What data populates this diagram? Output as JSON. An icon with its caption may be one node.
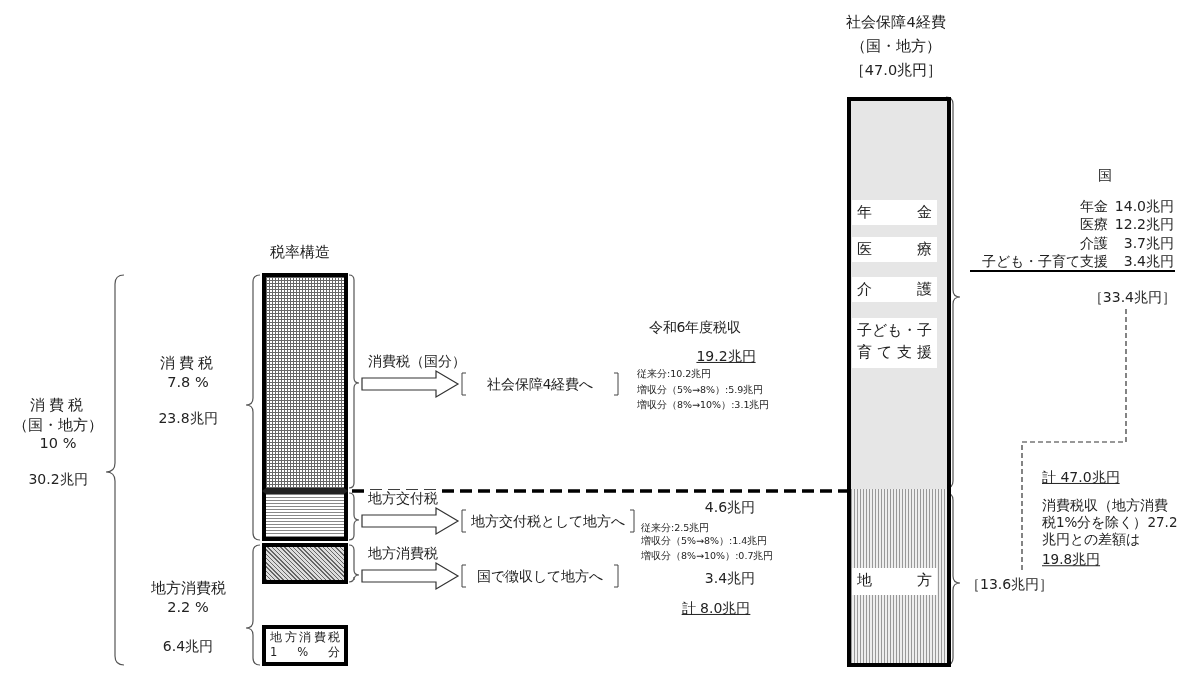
{
  "diagram": {
    "nodes": [
      {
        "text": [],
        "shape": "bar"
      },
      {
        "text": [],
        "shape": "bar"
      },
      {
        "text": [],
        "shape": "bar"
      },
      {
        "text": [
          "地方消費税",
          "1 % 分"
        ]
      },
      {
        "text": [
          "社会保障4経費へ"
        ]
      },
      {
        "text": [
          "地方交付税として地方へ"
        ]
      },
      {
        "text": [
          "国で徴収して地方へ"
        ]
      },
      {
        "text": [
          "社会保障4経費",
          "（国・地方）",
          "［47.0兆円］"
        ]
      },
      {
        "text": [
          "年金"
        ],
        "in": 7
      },
      {
        "text": [
          "医療"
        ],
        "in": 7
      },
      {
        "text": [
          "介護"
        ],
        "in": 7
      },
      {
        "text": [
          "子ども・子育て支援"
        ],
        "in": 7
      },
      {
        "text": [
          "地方"
        ],
        "in": 7
      },
      {
        "text": [
          "［33.4兆円］"
        ]
      },
      {
        "text": [
          "［13.6兆円］"
        ]
      }
    ],
    "edges": [
      {
        "from": 0,
        "to": 4,
        "arrow": "to",
        "label": "消費税（国分）"
      },
      {
        "from": 1,
        "to": 5,
        "arrow": "to",
        "label": "地方交付税"
      },
      {
        "from": 2,
        "to": 6,
        "arrow": "to",
        "label": "地方消費税"
      },
      {
        "from": 13,
        "to": 14,
        "arrow": "none",
        "style": "dashed"
      }
    ],
    "labels": [
      "税率構造",
      "消費税",
      "（国・地方）",
      "10 %",
      "30.2兆円",
      "消費税",
      "7.8 %",
      "23.8兆円",
      "地方消費税",
      "2.2 %",
      "6.4兆円",
      "令和6年度税収",
      "19.2兆円",
      "従来分:10.2兆円",
      "増収分（5%→8%）:5.9兆円",
      "増収分（8%→10%）:3.1兆円",
      "4.6兆円",
      "従来分:2.5兆円",
      "増収分（5%→8%）:1.4兆円",
      "増収分（8%→10%）:0.7兆円",
      "3.4兆円",
      "計 8.0兆円",
      "国",
      "年金",
      "14.0兆円",
      "医療",
      "12.2兆円",
      "介護",
      "3.7兆円",
      "子ども・子育て支援",
      "3.4兆円",
      "計 47.0兆円",
      "消費税収（地方消費税1%分を除く）27.2兆円との差額は",
      "19.8兆円"
    ]
  }
}
